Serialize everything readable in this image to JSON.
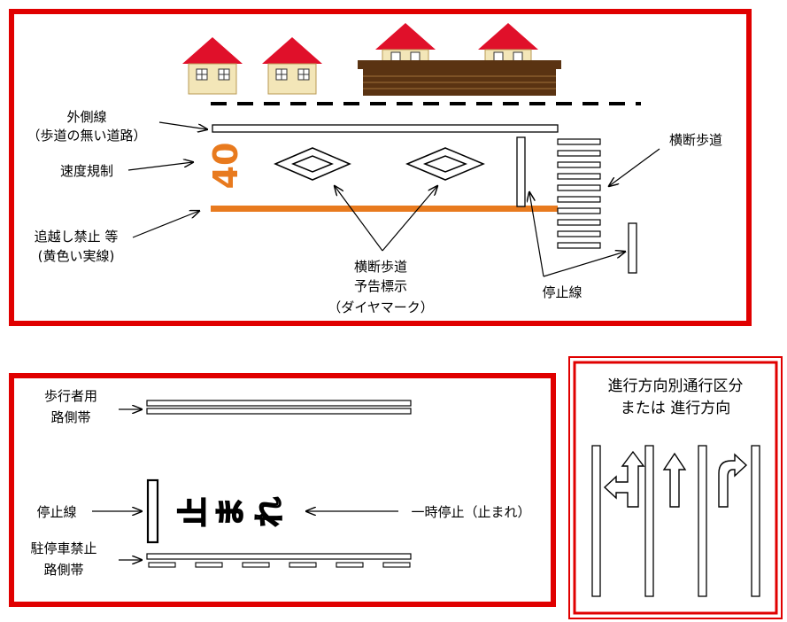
{
  "panel_top": {
    "labels": {
      "outer_line": "外側線",
      "outer_line_sub": "（歩道の無い道路）",
      "speed_limit": "速度規制",
      "no_passing": "追越し禁止 等",
      "no_passing_sub": "(黄色い実線)",
      "crosswalk_notice": "横断歩道",
      "crosswalk_notice_2": "予告標示",
      "crosswalk_notice_3": "（ダイヤマーク）",
      "crosswalk": "横断歩道",
      "stop_line": "停止線"
    },
    "speed_mark": "40"
  },
  "panel_bottom_left": {
    "labels": {
      "pedestrian_strip": "歩行者用",
      "pedestrian_strip_sub": "路側帯",
      "stop_line": "停止線",
      "stop_mark_desc": "一時停止（止まれ）",
      "no_parking_strip": "駐停車禁止",
      "no_parking_strip_sub": "路側帯"
    },
    "stop_chars": [
      "止",
      "ま",
      "れ"
    ]
  },
  "panel_bottom_right": {
    "title_line1": "進行方向別通行区分",
    "title_line2": "または  進行方向"
  },
  "colors": {
    "frame_red": "#e00000",
    "roof_red": "#e0102a",
    "wall": "#f3e6b8",
    "orange": "#e87a1e",
    "brick": "#5a3312"
  }
}
